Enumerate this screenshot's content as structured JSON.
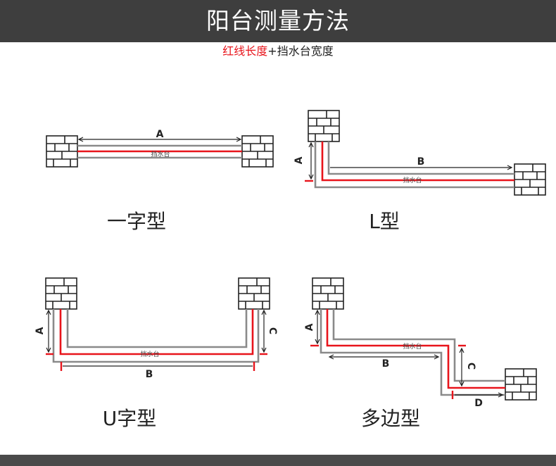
{
  "header": {
    "title": "阳台测量方法"
  },
  "subtitle": {
    "red_part": "红线长度",
    "black_part": "+挡水台宽度"
  },
  "labels": {
    "sill": "挡水台"
  },
  "dimensions": {
    "a": "A",
    "b": "B",
    "c": "C",
    "d": "D"
  },
  "types": {
    "straight": "一字型",
    "l_shape": "L型",
    "u_shape": "U字型",
    "polygon": "多边型"
  },
  "colors": {
    "red_line": "#e8141b",
    "sill_outline": "#8a8a8a",
    "header_bg": "#3e3e3e"
  }
}
